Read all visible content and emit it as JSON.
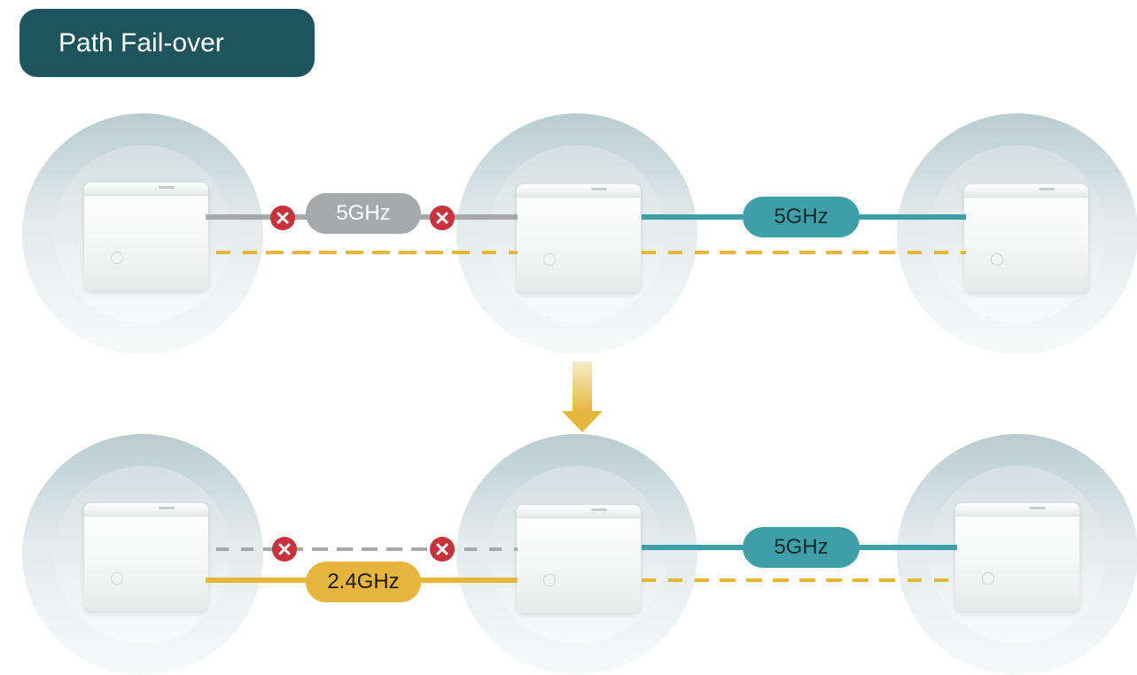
{
  "title": "Path Fail-over",
  "colors": {
    "title_bg": "#1e555d",
    "link_5ghz_active": "#3e9fa8",
    "link_failed": "#a6a8aa",
    "link_24ghz": "#e6b63c",
    "fail_icon": "#c8323a",
    "transition_arrow": "#e6b63c"
  },
  "before": {
    "left_link": {
      "band": "5GHz",
      "state": "failed"
    },
    "right_link": {
      "band": "5GHz",
      "state": "active"
    },
    "standby_band": "2.4GHz (dashed)"
  },
  "after": {
    "left_link_primary": {
      "band": "5GHz",
      "state": "failed"
    },
    "left_link_failover": {
      "band": "2.4GHz",
      "state": "active"
    },
    "right_link": {
      "band": "5GHz",
      "state": "active"
    }
  },
  "icons": {
    "fail": "close-x-icon",
    "transition": "arrow-down-icon",
    "node": "mesh-router-icon"
  }
}
